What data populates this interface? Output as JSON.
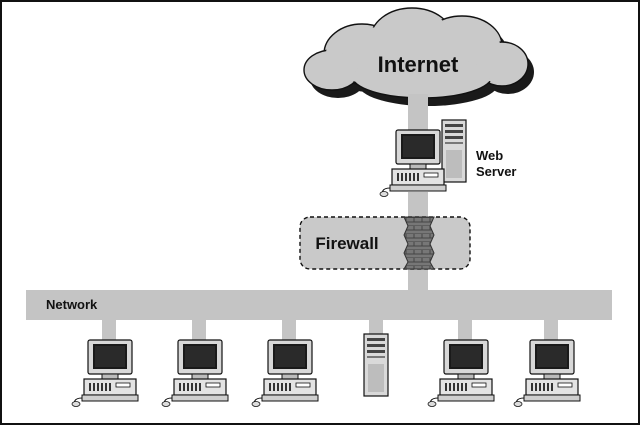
{
  "labels": {
    "internet": "Internet",
    "web_server_line1": "Web",
    "web_server_line2": "Server",
    "firewall": "Firewall",
    "network": "Network"
  },
  "nodes": {
    "web_server": {
      "icons": [
        "workstation-icon",
        "tower-server-icon"
      ]
    },
    "network_devices": [
      {
        "icon": "workstation-icon"
      },
      {
        "icon": "workstation-icon"
      },
      {
        "icon": "workstation-icon"
      },
      {
        "icon": "tower-server-icon"
      },
      {
        "icon": "workstation-icon"
      },
      {
        "icon": "workstation-icon"
      }
    ]
  },
  "connections": [
    {
      "from": "internet",
      "to": "web_server"
    },
    {
      "from": "web_server",
      "to": "network",
      "via": "firewall"
    },
    {
      "from": "network",
      "to": "network_devices"
    }
  ],
  "colors": {
    "cloud": "#c9c9c9",
    "cloud_shadow": "#1a1a1a",
    "bus": "#c4c4c4",
    "firewall_fill": "#c9c9c9",
    "firewall_wall": "#6e6e6e",
    "outline": "#111111"
  }
}
